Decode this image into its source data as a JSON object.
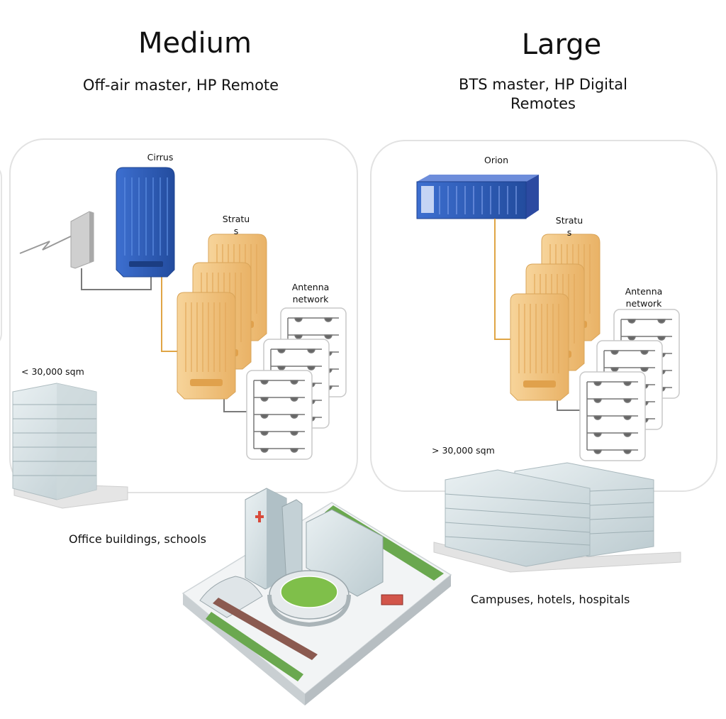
{
  "medium": {
    "title": "Medium",
    "subtitle": "Off-air master, HP Remote",
    "master_label": "Cirrus",
    "remote_label_line1": "Stratu",
    "remote_label_line2": "s",
    "antenna_label_line1": "Antenna",
    "antenna_label_line2": "network",
    "area_label": "< 30,000 sqm",
    "caption": "Office buildings,  schools"
  },
  "large": {
    "title": "Large",
    "subtitle_line1": "BTS master, HP Digital",
    "subtitle_line2": "Remotes",
    "master_label": "Orion",
    "remote_label_line1": "Stratu",
    "remote_label_line2": "s",
    "antenna_label_line1": "Antenna",
    "antenna_label_line2": "network",
    "area_label": "> 30,000 sqm",
    "caption": "Campuses, hotels, hospitals"
  },
  "colors": {
    "cirrus_blue": "#2f5fc0",
    "orion_blue": "#3c61c7",
    "stratus_orange": "#f2c27a",
    "panel_border": "#e4e4e4",
    "cable_grey": "#7a7a7a",
    "cable_orange": "#e0a545"
  }
}
